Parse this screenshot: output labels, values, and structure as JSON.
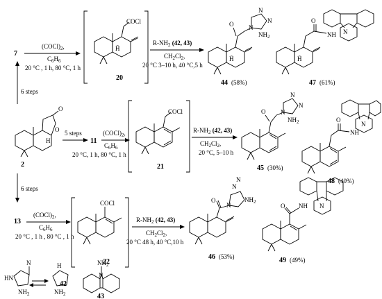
{
  "compounds": {
    "c2": "2",
    "c7": "7",
    "c11": "11",
    "c13": "13",
    "c20": "20",
    "c21": "21",
    "c22": "22",
    "c42": "42",
    "c43": "43",
    "c44": "44",
    "c45": "45",
    "c46": "46",
    "c47": "47",
    "c48": "48",
    "c49": "49"
  },
  "yields": {
    "y44": "(58%)",
    "y45": "(30%)",
    "y46": "(53%)",
    "y47": "(61%)",
    "y48": "(40%)",
    "y49": "(49%)"
  },
  "steps": {
    "six_top": "6 steps",
    "five": "5 steps",
    "six_bottom": "6 steps"
  },
  "reagents": {
    "oxalyl": "(COCl)",
    "oxalyl_sub": "2",
    "benzene": "C",
    "benzene_sub1": "6",
    "benzene_h": "H",
    "benzene_sub2": "6",
    "cond_row1": "20 °C , 1 h, 80 °C, 1 h",
    "cond_row2": "20 °C, 1 h, 80 °C, 1 h",
    "cond_row3": "20 °C , 1 h , 80 °C , 1 h",
    "amine": "R-NH",
    "amine_sub": "2",
    "amine_ref": "(42, 43)",
    "dcm": "CH",
    "dcm_sub1": "2",
    "dcm_cl": "Cl",
    "dcm_sub2": "2",
    "amide_cond1": "20 °C 3–10 h,  40 °C,5 h",
    "amide_cond2": "20 °C, 5–10 h",
    "amide_cond3": "20 °C 48 h,  40 °C,10 h"
  },
  "labels": {
    "cocl": "COCl",
    "o": "O",
    "n": "N",
    "nh2": "NH",
    "nh2_sub": "2",
    "nh": "NH",
    "hn": "HN",
    "h": "H",
    "h_stereo": "H̄"
  }
}
